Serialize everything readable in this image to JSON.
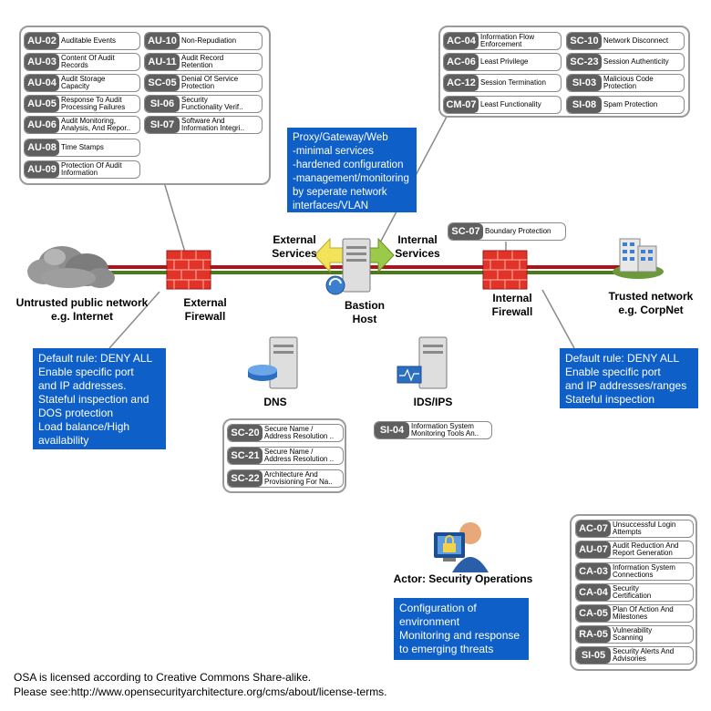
{
  "panels": {
    "top_left": [
      {
        "code": "AU-02",
        "name": "Auditable Events"
      },
      {
        "code": "AU-03",
        "name": "Content Of Audit\nRecords"
      },
      {
        "code": "AU-04",
        "name": "Audit Storage\nCapacity"
      },
      {
        "code": "AU-05",
        "name": "Response To Audit\nProcessing Failures"
      },
      {
        "code": "AU-06",
        "name": "Audit Monitoring,\nAnalysis, And Repor.."
      },
      {
        "code": "AU-08",
        "name": "Time Stamps"
      },
      {
        "code": "AU-09",
        "name": "Protection Of Audit\nInformation"
      },
      {
        "code": "AU-10",
        "name": "Non-Repudiation"
      },
      {
        "code": "AU-11",
        "name": "Audit Record\nRetention"
      },
      {
        "code": "SC-05",
        "name": "Denial Of Service\nProtection"
      },
      {
        "code": "SI-06",
        "name": "Security\nFunctionality Verif.."
      },
      {
        "code": "SI-07",
        "name": "Software And\nInformation Integri.."
      }
    ],
    "top_right": [
      {
        "code": "AC-04",
        "name": "Information Flow\nEnforcement"
      },
      {
        "code": "AC-06",
        "name": "Least Privilege"
      },
      {
        "code": "AC-12",
        "name": "Session Termination"
      },
      {
        "code": "CM-07",
        "name": "Least Functionality"
      },
      {
        "code": "SC-10",
        "name": "Network Disconnect"
      },
      {
        "code": "SC-23",
        "name": "Session Authenticity"
      },
      {
        "code": "SI-03",
        "name": "Malicious Code\nProtection"
      },
      {
        "code": "SI-08",
        "name": "Spam Protection"
      }
    ],
    "boundary": [
      {
        "code": "SC-07",
        "name": "Boundary Protection"
      }
    ],
    "dns": [
      {
        "code": "SC-20",
        "name": "Secure Name /\nAddress Resolution .."
      },
      {
        "code": "SC-21",
        "name": "Secure Name /\nAddress Resolution .."
      },
      {
        "code": "SC-22",
        "name": "Architecture And\nProvisioning For Na.."
      }
    ],
    "ids": [
      {
        "code": "SI-04",
        "name": "Information System\nMonitoring Tools An.."
      }
    ],
    "bottom_right": [
      {
        "code": "AC-07",
        "name": "Unsuccessful Login\nAttempts"
      },
      {
        "code": "AU-07",
        "name": "Audit Reduction And\nReport Generation"
      },
      {
        "code": "CA-03",
        "name": "Information System\nConnections"
      },
      {
        "code": "CA-04",
        "name": "Security\nCertification"
      },
      {
        "code": "CA-05",
        "name": "Plan Of Action And\nMilestones"
      },
      {
        "code": "RA-05",
        "name": "Vulnerability\nScanning"
      },
      {
        "code": "SI-05",
        "name": "Security Alerts And\nAdvisories"
      }
    ]
  },
  "labels": {
    "untrusted": "Untrusted public network\ne.g. Internet",
    "external_firewall": "External\nFirewall",
    "external_services": "External\nServices",
    "internal_services": "Internal\nServices",
    "bastion": "Bastion\nHost",
    "internal_firewall": "Internal\nFirewall",
    "trusted": "Trusted network\ne.g. CorpNet",
    "dns": "DNS",
    "ids": "IDS/IPS",
    "actor": "Actor:  Security Operations"
  },
  "notes": {
    "proxy": "Proxy/Gateway/Web\n-minimal services\n-hardened configuration\n-management/monitoring\nby seperate network\ninterfaces/VLAN",
    "ext_fw_rule": "Default rule: DENY ALL\nEnable specific port\nand IP addresses.\nStateful inspection and\nDOS protection\nLoad balance/High\navailability",
    "int_fw_rule": "Default rule: DENY ALL\nEnable specific port\nand IP addresses/ranges\nStateful inspection",
    "secops": "Configuration of\nenvironment\nMonitoring and response\nto emerging threats"
  },
  "footer": {
    "line1": "OSA is licensed according to Creative Commons Share-alike.",
    "line2": "Please see:http://www.opensecurityarchitecture.org/cms/about/license-terms."
  },
  "colors": {
    "red_line": "#b0121a",
    "green_line": "#4a7a1a",
    "firewall": "#e0342a",
    "note_blue": "#0f5fc9",
    "code_gray": "#5f5f5f"
  }
}
